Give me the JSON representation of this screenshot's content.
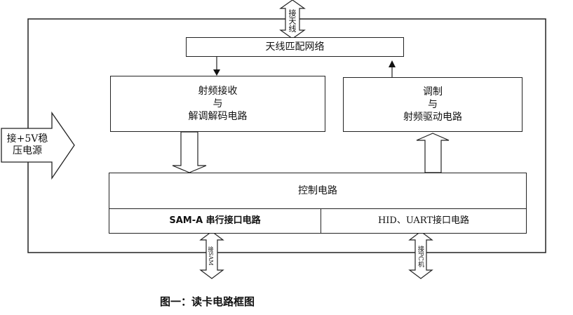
{
  "antenna_match": "天线匹配网络",
  "rx_block": [
    "射频接收",
    "与",
    "解调解码电路"
  ],
  "tx_block": [
    "调制",
    "与",
    "射频驱动电路"
  ],
  "control": "控制电路",
  "sam_interface": "SAM-A 串行接口电路",
  "hid_interface": "HID、UART接口电路",
  "power_label": [
    "接+5V稳",
    "压电源"
  ],
  "antenna_label": "接天线",
  "sam_label": "接SAM",
  "pc_label": "接PC机",
  "caption": "图一：读卡电路框图"
}
